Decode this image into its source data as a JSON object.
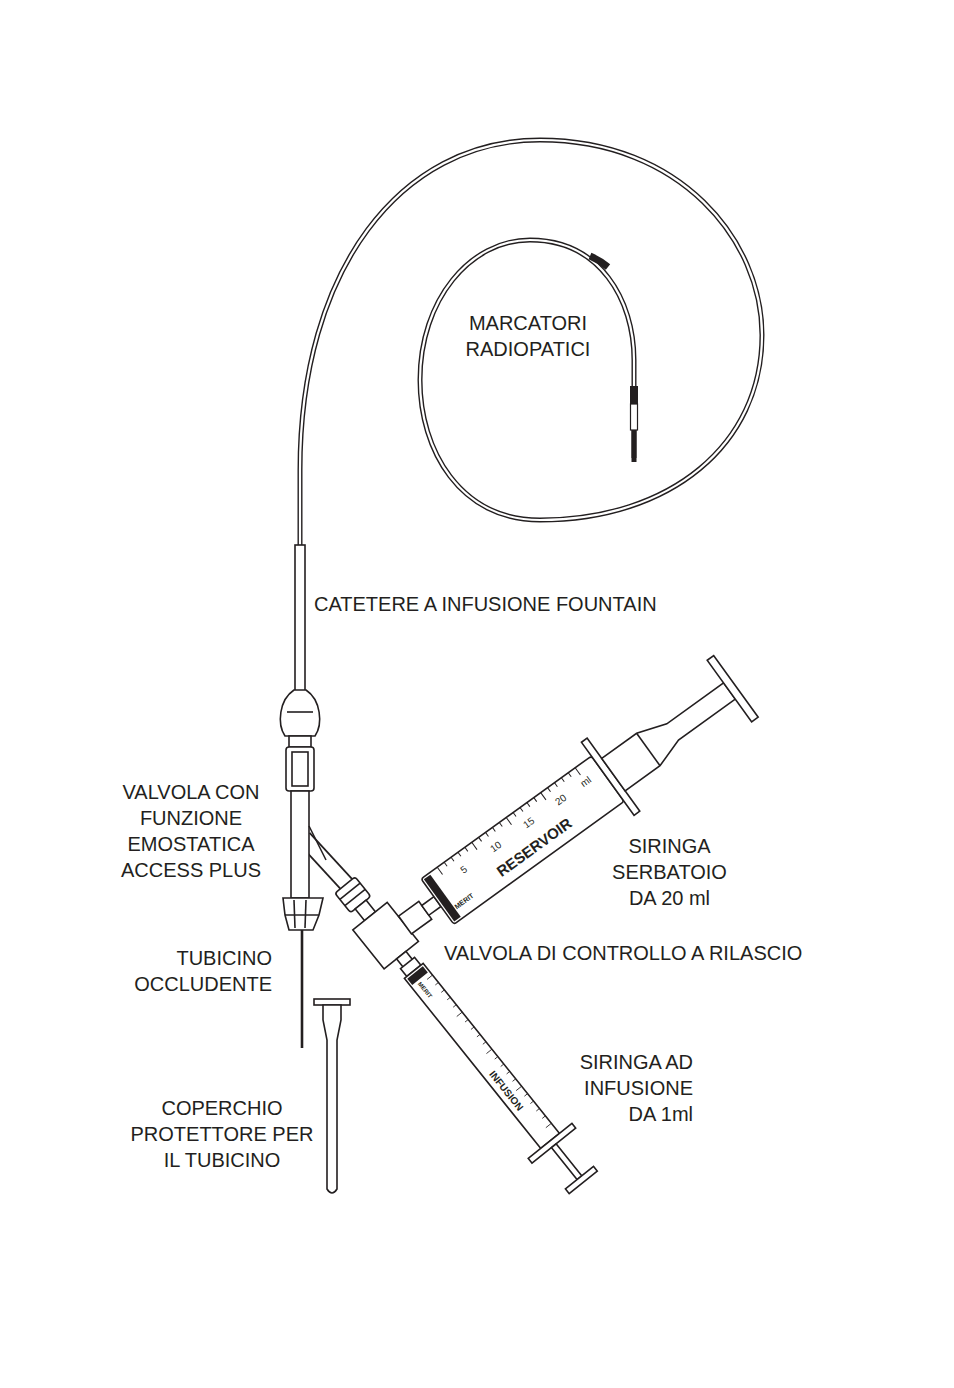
{
  "diagram": {
    "labels": [
      "MARCATORI RADIOPATICI",
      "CATETERE A INFUSIONE FOUNTAIN",
      "VALVOLA CON FUNZIONE EMOSTATICA ACCESS PLUS",
      "TUBICINO OCCLUDENTE",
      "COPERCHIO PROTETTORE PER IL TUBICINO",
      "SIRINGA SERBATOIO DA 20 ml",
      "VALVOLA DI CONTROLLO A RILASCIO",
      "SIRINGA AD INFUSIONE DA 1ml",
      "RESERVOIR",
      "5",
      "10",
      "15",
      "20",
      "ml",
      "MERIT",
      "INFUSION",
      "MERIT"
    ]
  }
}
